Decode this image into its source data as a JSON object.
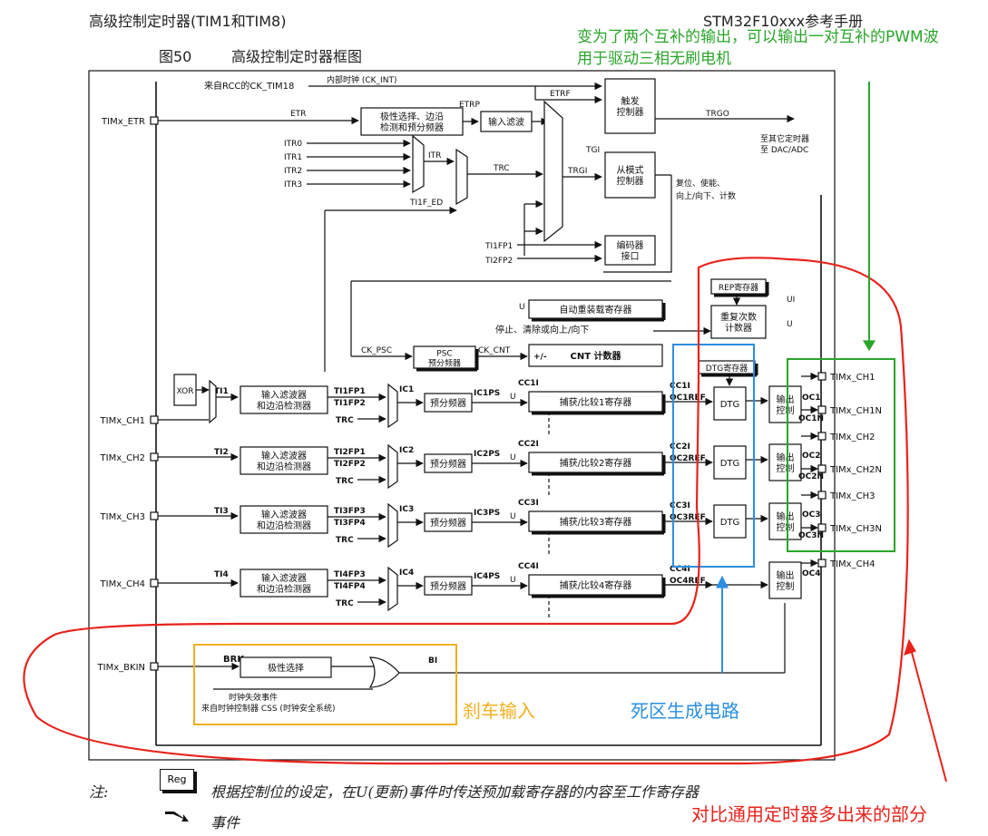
{
  "header": {
    "left": "高级控制定时器(TIM1和TIM8)",
    "right": "STM32F10xxx参考手册",
    "figure_num": "图50",
    "figure_title": "高级控制定时器框图"
  },
  "annotations": {
    "green": [
      "变为了两个互补的输出，可以输出一对互补的PWM波",
      "用于驱动三相无刷电机"
    ],
    "brake": "刹车输入",
    "deadtime": "死区生成电路",
    "extra": "对比通用定时器多出来的部分"
  },
  "colors": {
    "green": "#2aa52a",
    "red": "#e8231c",
    "blue": "#2d8fe0",
    "orange": "#f2b01e",
    "line": "#111111"
  },
  "pins": {
    "etr": "TIMx_ETR",
    "ch1": "TIMx_CH1",
    "ch2": "TIMx_CH2",
    "ch3": "TIMx_CH3",
    "ch4": "TIMx_CH4",
    "bkin": "TIMx_BKIN"
  },
  "out_pins": [
    "TIMx_CH1",
    "TIMx_CH1N",
    "TIMx_CH2",
    "TIMx_CH2N",
    "TIMx_CH3",
    "TIMx_CH3N",
    "TIMx_CH4"
  ],
  "signals": {
    "ck_int": "内部时钟 (CK_INT)",
    "from_rcc": "来自RCC的CK_TIM18",
    "etr": "ETR",
    "etrp": "ETRP",
    "etrf": "ETRF",
    "itr": [
      "ITR0",
      "ITR1",
      "ITR2",
      "ITR3"
    ],
    "itr_mux": "ITR",
    "trc": "TRC",
    "tgi": "TGI",
    "trgi": "TRGI",
    "ti1f_ed": "TI1F_ED",
    "ti1fp1": "TI1FP1",
    "ti2fp2": "TI2FP2",
    "trgo": "TRGO",
    "trgo_to": [
      "至其它定时器",
      "至 DAC/ADC"
    ],
    "slave_out": [
      "复位、使能、",
      "向上/向下、计数"
    ],
    "ck_psc": "CK_PSC",
    "ck_cnt": "CK_CNT",
    "u": "U",
    "ui": "UI",
    "updown": "+/-",
    "stop_clear": "停止、清除或向上/向下",
    "xor": "XOR",
    "ti": [
      "TI1",
      "TI2",
      "TI3",
      "TI4"
    ],
    "tifp": [
      [
        "TI1FP1",
        "TI1FP2"
      ],
      [
        "TI2FP1",
        "TI2FP2"
      ],
      [
        "TI3FP3",
        "TI3FP4"
      ],
      [
        "TI4FP3",
        "TI4FP4"
      ]
    ],
    "ic": [
      "IC1",
      "IC2",
      "IC3",
      "IC4"
    ],
    "icps": [
      "IC1PS",
      "IC2PS",
      "IC3PS",
      "IC4PS"
    ],
    "cci": [
      "CC1I",
      "CC2I",
      "CC3I",
      "CC4I"
    ],
    "ocref": [
      "OC1REF",
      "OC2REF",
      "OC3REF",
      "OC4REF"
    ],
    "oc": [
      "OC1",
      "OC2",
      "OC3",
      "OC4"
    ],
    "ocn": [
      "OC1N",
      "OC2N",
      "OC3N"
    ],
    "brk": "BRK",
    "bi": "BI",
    "clock_fail": [
      "时钟失效事件",
      "来自时钟控制器 CSS (时钟安全系统)"
    ]
  },
  "blocks": {
    "polarity_edge": [
      "极性选择、边沿",
      "检测和预分频器"
    ],
    "input_filter": "输入滤波",
    "trigger_ctrl": [
      "触发",
      "控制器"
    ],
    "slave_ctrl": [
      "从模式",
      "控制器"
    ],
    "encoder_if": [
      "编码器",
      "接口"
    ],
    "auto_reload": "自动重装载寄存器",
    "rep_reg": "REP寄存器",
    "rep_counter": [
      "重复次数",
      "计数器"
    ],
    "psc": "PSC",
    "prescaler": "预分频器",
    "cnt": "CNT 计数器",
    "input_filter_edge": [
      "输入滤波器",
      "和边沿检测器"
    ],
    "capcomp": [
      "捕获/比较1寄存器",
      "捕获/比较2寄存器",
      "捕获/比较3寄存器",
      "捕获/比较4寄存器"
    ],
    "dtg_reg": "DTG寄存器",
    "dtg": "DTG",
    "output_ctrl": [
      "输出",
      "控制"
    ],
    "polarity_sel": "极性选择"
  },
  "notes": {
    "label": "注:",
    "reg": "Reg",
    "reg_text": "根据控制位的设定，在U(更新)事件时传送预加载寄存器的内容至工作寄存器",
    "event_text": "事件"
  }
}
